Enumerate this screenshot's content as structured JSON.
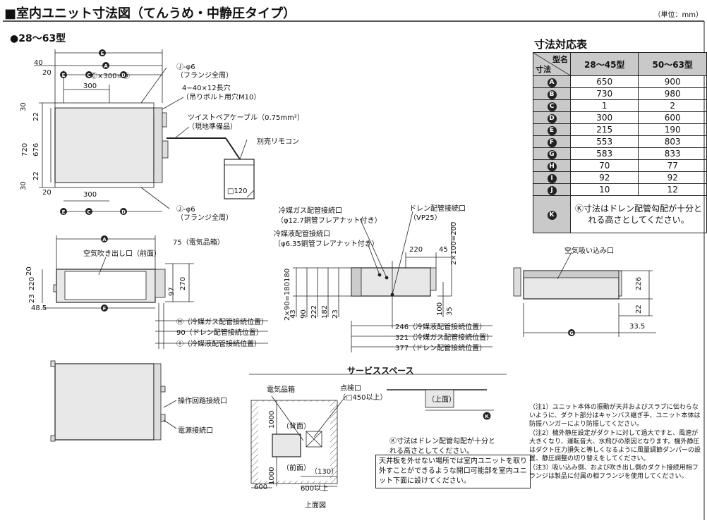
{
  "page": {
    "title": "■室内ユニット寸法図（てんうめ・中静圧タイプ）",
    "unit": "（単位：mm）",
    "subtitle": "●28〜63型"
  },
  "table": {
    "title": "寸法対応表",
    "corner_top": "型名",
    "corner_bottom": "寸法",
    "col1": "28〜45型",
    "col2": "50〜63型",
    "rows": [
      {
        "label": "A",
        "v1": "650",
        "v2": "900"
      },
      {
        "label": "B",
        "v1": "730",
        "v2": "980"
      },
      {
        "label": "C",
        "v1": "1",
        "v2": "2"
      },
      {
        "label": "D",
        "v1": "300",
        "v2": "600"
      },
      {
        "label": "E",
        "v1": "215",
        "v2": "190"
      },
      {
        "label": "F",
        "v1": "553",
        "v2": "803"
      },
      {
        "label": "G",
        "v1": "583",
        "v2": "833"
      },
      {
        "label": "H",
        "v1": "70",
        "v2": "77"
      },
      {
        "label": "I",
        "v1": "92",
        "v2": "92"
      },
      {
        "label": "J",
        "v1": "10",
        "v2": "12"
      }
    ],
    "k_label": "K",
    "k_note": "Ⓚ寸法はドレン配管勾配が十分とれる高さとしてください。"
  },
  "top_view": {
    "dim_40": "40",
    "dim_20a": "20",
    "dim_20b": "20",
    "dim_300a": "300",
    "dim_300b": "300",
    "c300d": "Ⓒ×300=Ⓓ",
    "dim_30a": "30",
    "dim_22a": "22",
    "dim_720": "720",
    "dim_676": "676",
    "dim_22b": "22",
    "dim_30b": "30",
    "j_phi6_top": "Ⓙ-φ6",
    "flange_top": "（フランジ全周）",
    "slot": "4−40×12長穴",
    "bolt": "（吊りボルト用穴M10）",
    "cable": "ツイストペアケーブル（0.75mm²）",
    "cable_local": "（現地準備品）",
    "remocon": "別売リモコン",
    "remocon_size": "□120",
    "j_phi6_bottom": "Ⓙ-φ6",
    "flange_bottom": "（フランジ全周）"
  },
  "front_view": {
    "dim_75": "75（電気品箱）",
    "outlet": "空気吹き出し口（前面）",
    "dim_20": "20",
    "dim_220": "220",
    "dim_23": "23",
    "dim_485": "48.5",
    "dim_97": "97",
    "dim_270": "270",
    "h_label": "Ⓗ（冷媒ガス配管接続位置）",
    "drain_90": "90（ドレン配管接続位置）",
    "i_label": "Ⓘ（冷媒液配管接続位置）"
  },
  "side_view": {
    "gas_conn": "冷媒ガス配管接続口",
    "gas_spec": "（φ12.7銅管フレアナット付き）",
    "liq_conn": "冷媒液配管接続口",
    "liq_spec": "（φ6.35銅管フレアナット付き）",
    "drain_conn": "ドレン配管接続口",
    "drain_spec": "（VP25）",
    "dim_220": "220",
    "dim_45": "45",
    "dim_2x100": "2×100=200",
    "dim_180": "180",
    "dim_2x90": "2×90=180",
    "dim_43": "43",
    "dim_90": "90",
    "dim_222": "222",
    "dim_182": "182",
    "dim_23": "23",
    "dim_100": "100",
    "dim_35": "35",
    "pos_246": "246（冷媒液配管接続位置）",
    "pos_321": "321（冷媒ガス配管接続位置）",
    "pos_377": "377（ドレン配管接続位置）"
  },
  "back_view": {
    "inlet": "空気吸い込み口",
    "dim_226": "226",
    "dim_22": "22",
    "dim_335": "33.5"
  },
  "bottom_view": {
    "control": "操作回路接続口",
    "power": "電源接続口"
  },
  "service": {
    "title": "サービススペース",
    "elec_box": "電気品箱",
    "inspection": "点検口",
    "inspection_size": "（□450以上）",
    "dim_1000a": "1000",
    "back": "（背面）",
    "front": "（前面）",
    "dim_1000b": "1000",
    "dim_130": "（130）",
    "dim_600": "600",
    "dim_600over": "600以上",
    "top_view_label": "上面図",
    "top_label": "（上面）",
    "k_note": "Ⓚ寸法はドレン配管勾配が十分とれる高さとしてください。",
    "box_note": "天井板を外せない場所では室内ユニットを取り外すことができるような開口可能部を室内ユニット下面に設けてください。"
  },
  "notes": [
    "（注1）ユニット本体の振動が天井およびスラブに伝わらないように、ダクト部分はキャンバス継ぎ手、ユニット本体は防振ハンガーにより防振してください。",
    "（注2）機外静圧設定がダクトに対して過大ですと、風速が大きくなり、運転音大、水飛びの原因となります。機外静圧はダクト圧力損失と等しくなるように風量調節ダンパーの設置、静圧調整の切り替えをしてください。",
    "（注3）吸い込み側、および吹き出し側のダクト接続用相フランジは製品に付属の相フランジを使用してください。"
  ]
}
